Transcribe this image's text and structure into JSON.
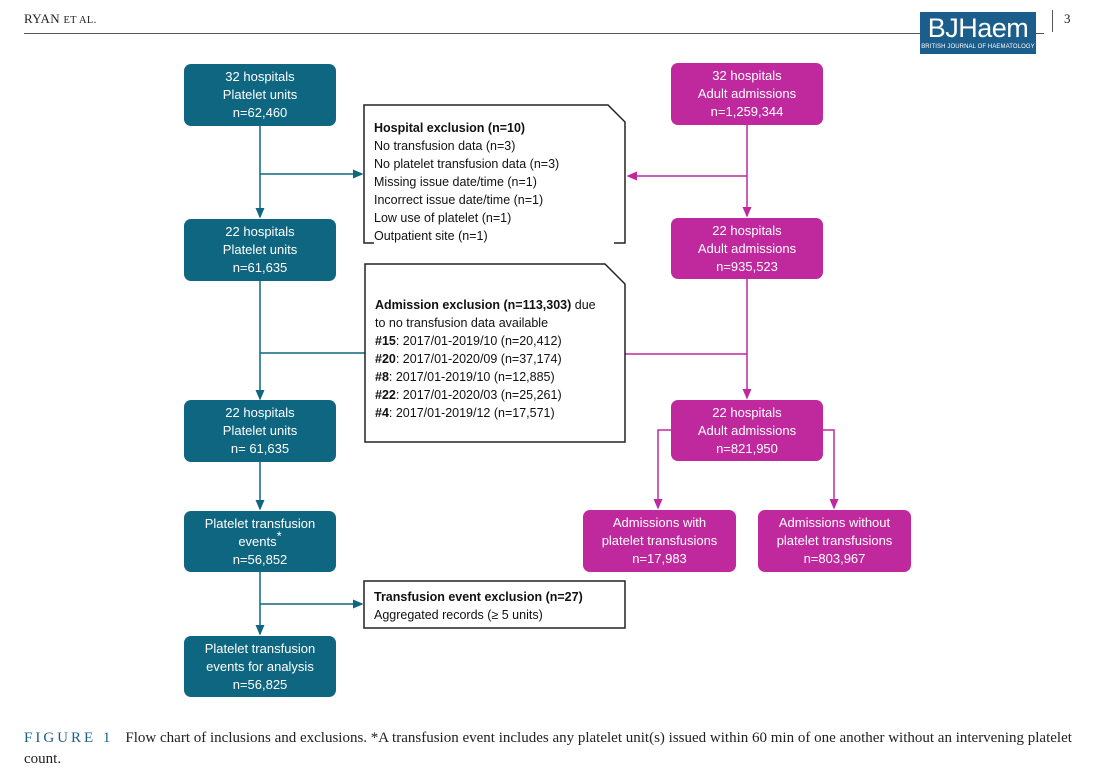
{
  "header": {
    "author": "RYAN",
    "et_al": "ET AL.",
    "page_number": "3",
    "logo": {
      "main": "BJHaem",
      "sub": "BRITISH JOURNAL OF HAEMATOLOGY",
      "color": "#1b5e8c"
    }
  },
  "colors": {
    "teal": "#0e6680",
    "magenta": "#c0299e"
  },
  "left_column": [
    {
      "line1": "32 hospitals",
      "line2": "Platelet units",
      "line3": "n=62,460"
    },
    {
      "line1": "22 hospitals",
      "line2": "Platelet units",
      "line3": "n=61,635"
    },
    {
      "line1": "22 hospitals",
      "line2": "Platelet units",
      "line3": "n= 61,635"
    },
    {
      "line1": "Platelet transfusion",
      "line2": "events",
      "mark": "*",
      "line3": "n=56,852"
    },
    {
      "line1": "Platelet transfusion",
      "line2": "events for analysis",
      "line3": "n=56,825"
    }
  ],
  "right_column": [
    {
      "line1": "32 hospitals",
      "line2": "Adult admissions",
      "line3": "n=1,259,344"
    },
    {
      "line1": "22 hospitals",
      "line2": "Adult admissions",
      "line3": "n=935,523"
    },
    {
      "line1": "22 hospitals",
      "line2": "Adult admissions",
      "line3": "n=821,950"
    },
    {
      "line1": "Admissions with",
      "line2": "platelet transfusions",
      "line3": "n=17,983"
    },
    {
      "line1": "Admissions without",
      "line2": "platelet transfusions",
      "line3": "n=803,967"
    }
  ],
  "hospital_exclusion": {
    "title": "Hospital exclusion (n=10)",
    "items": [
      "No transfusion data (n=3)",
      "No platelet transfusion data (n=3)",
      "Missing issue date/time (n=1)",
      "Incorrect issue date/time (n=1)",
      "Low use of platelet (n=1)",
      "Outpatient site (n=1)"
    ]
  },
  "admission_exclusion": {
    "title": "Admission exclusion (n=113,303)",
    "title_suffix": " due",
    "line2": "to no transfusion data available",
    "items": [
      {
        "site": "#15",
        "text": ": 2017/01-2019/10 (n=20,412)"
      },
      {
        "site": "#20",
        "text": ": 2017/01-2020/09 (n=37,174)"
      },
      {
        "site": "#8",
        "text": ": 2017/01-2019/10 (n=12,885)"
      },
      {
        "site": "#22",
        "text": ": 2017/01-2020/03 (n=25,261)"
      },
      {
        "site": "#4",
        "text": ": 2017/01-2019/12 (n=17,571)"
      }
    ]
  },
  "event_exclusion": {
    "title": "Transfusion event exclusion (n=27)",
    "items": [
      "Aggregated records (≥ 5 units)"
    ]
  },
  "caption": {
    "label": "FIGURE 1",
    "text": "Flow chart of inclusions and exclusions. *A transfusion event includes any platelet unit(s) issued within 60 min of one another without an intervening platelet count."
  }
}
